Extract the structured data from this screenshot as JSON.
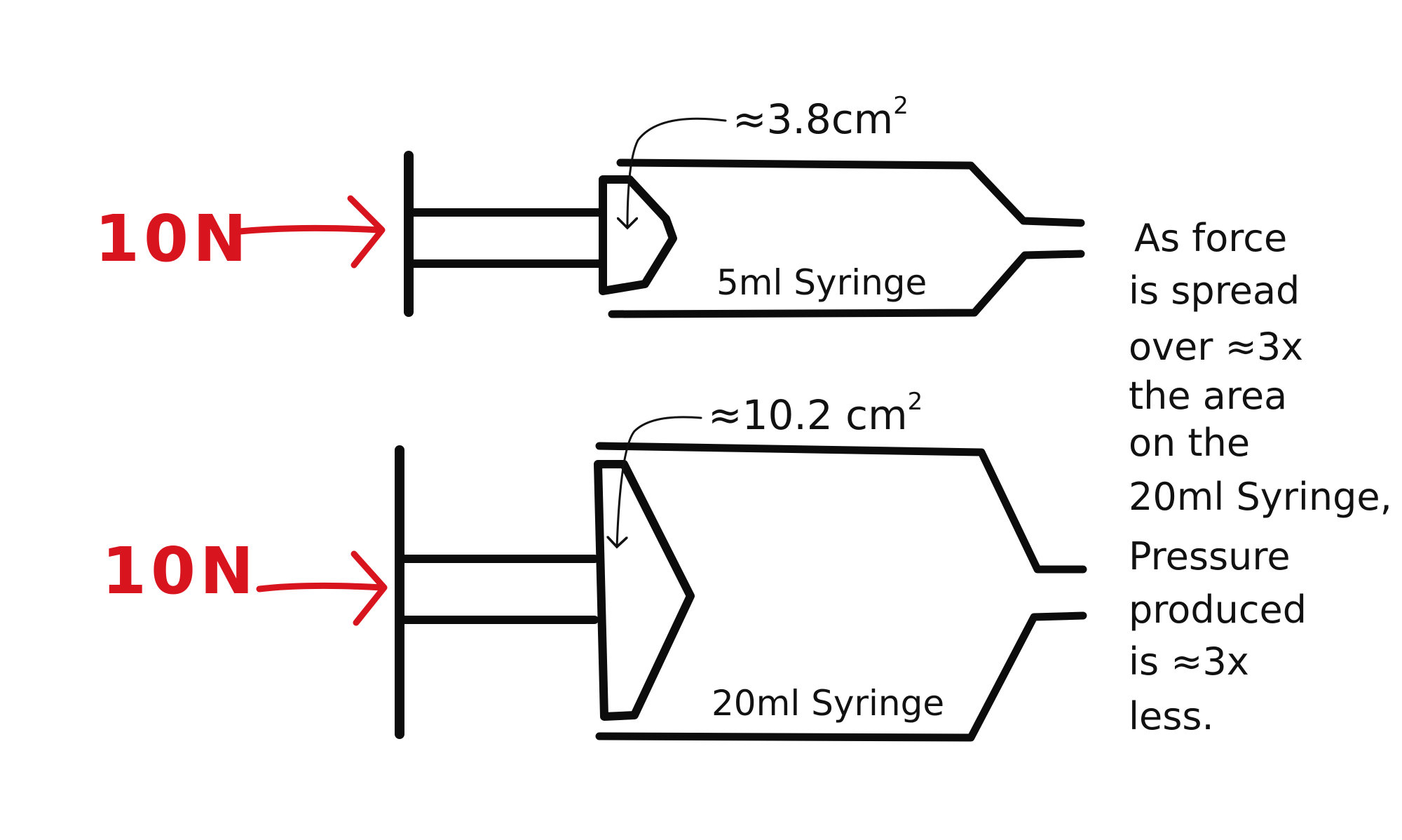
{
  "colors": {
    "ink": "#0c0c0c",
    "force": "#d8141e",
    "background": "#ffffff"
  },
  "syringes": [
    {
      "force_label": "10N",
      "area_label": "≈3.8cm",
      "area_superscript": "2",
      "name": "5ml Syringe"
    },
    {
      "force_label": "10N",
      "area_label": "≈10.2 cm",
      "area_superscript": "2",
      "name": "20ml Syringe"
    }
  ],
  "note": {
    "lines": [
      "As force",
      "is spread",
      "over ≈3x",
      "the area",
      "on the",
      "20ml Syringe,",
      "Pressure",
      "produced",
      "is ≈3x",
      "less."
    ]
  }
}
